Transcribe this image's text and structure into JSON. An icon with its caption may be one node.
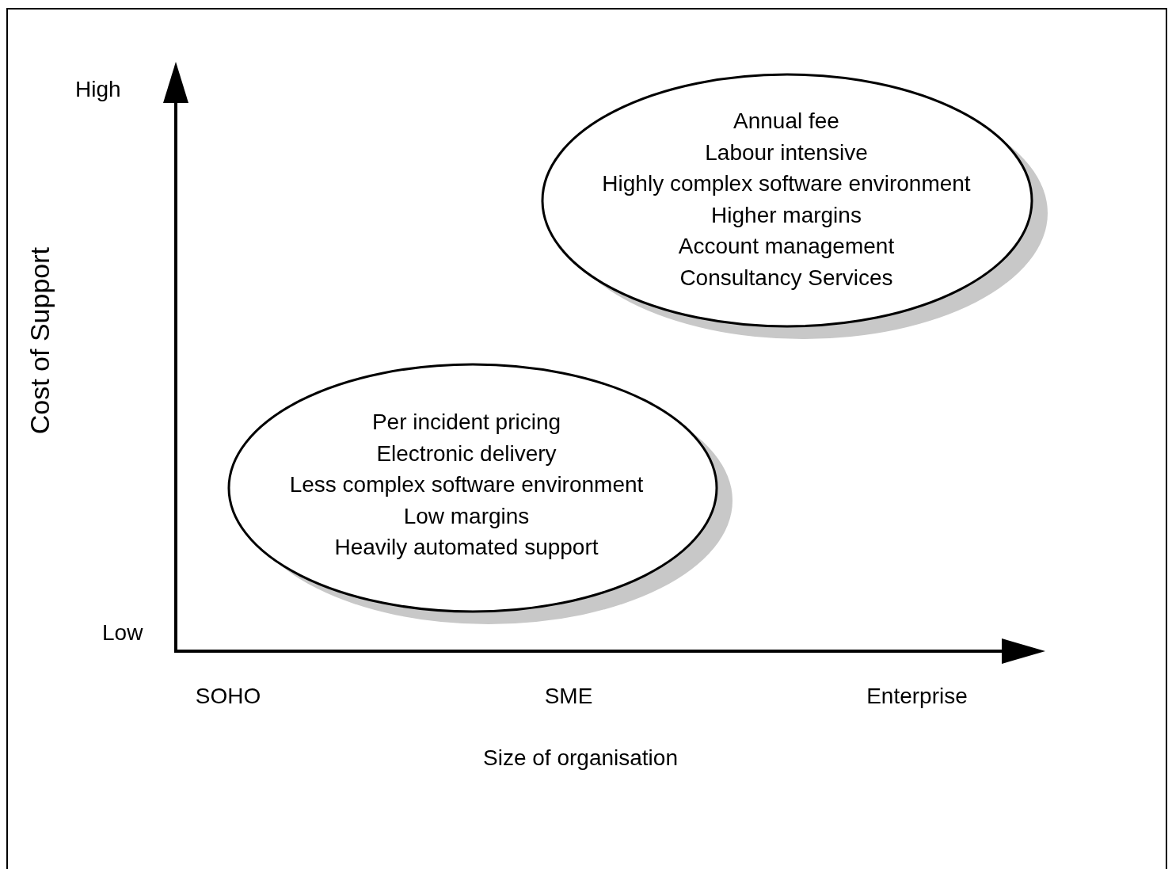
{
  "diagram": {
    "nodes": [
      {
        "text": [
          "Annual fee",
          "Labour intensive",
          "Highly complex software environment",
          "Higher margins",
          "Account management",
          "Consultancy Services"
        ]
      },
      {
        "text": [
          "Per incident pricing",
          "Electronic delivery",
          "Less complex software environment",
          "Low margins",
          "Heavily automated support"
        ]
      }
    ],
    "labels": [
      "High",
      "Cost of Support",
      "Low",
      "SOHO",
      "SME",
      "Enterprise",
      "Size of organisation"
    ]
  }
}
